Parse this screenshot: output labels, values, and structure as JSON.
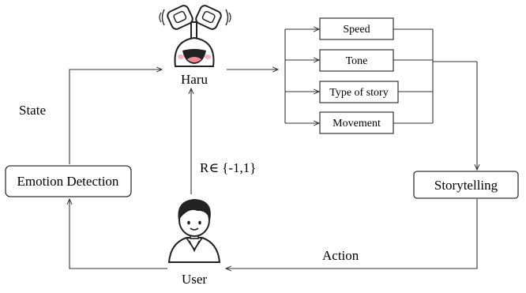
{
  "nodes": {
    "haru": "Haru",
    "user": "User",
    "emotion_detection": "Emotion Detection",
    "storytelling": "Storytelling"
  },
  "edge_labels": {
    "state": "State",
    "reward": "R∈ {-1,1}",
    "action": "Action"
  },
  "parameters": [
    "Speed",
    "Tone",
    "Type of story",
    "Movement"
  ],
  "icons": {
    "robot": "haru-robot-icon",
    "user": "user-avatar-icon"
  }
}
